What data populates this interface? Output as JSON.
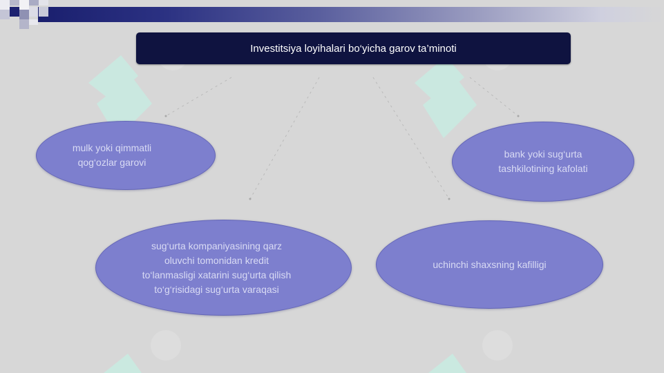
{
  "title": "Investitsiya loyihalari bo‘yicha garov ta’minoti",
  "nodes": [
    {
      "label": "mulk yoki qimmatli qog‘ozlar garovi"
    },
    {
      "label": "bank yoki sug‘urta tashkilotining kafolati"
    },
    {
      "label": "sug‘urta kompaniyasining qarz oluvchi tomonidan kredit to‘lanmasligi xatarini sug‘urta qilish to‘g‘risidagi sug‘urta varaqasi"
    },
    {
      "label": "uchinchi shaxsning kafilligi"
    }
  ],
  "colors": {
    "title_bg": "#0f1340",
    "node_fill": "#7d7fce",
    "node_text": "#d9dbf4",
    "background": "#d7d7d7",
    "watermark": "#c8ece2"
  }
}
